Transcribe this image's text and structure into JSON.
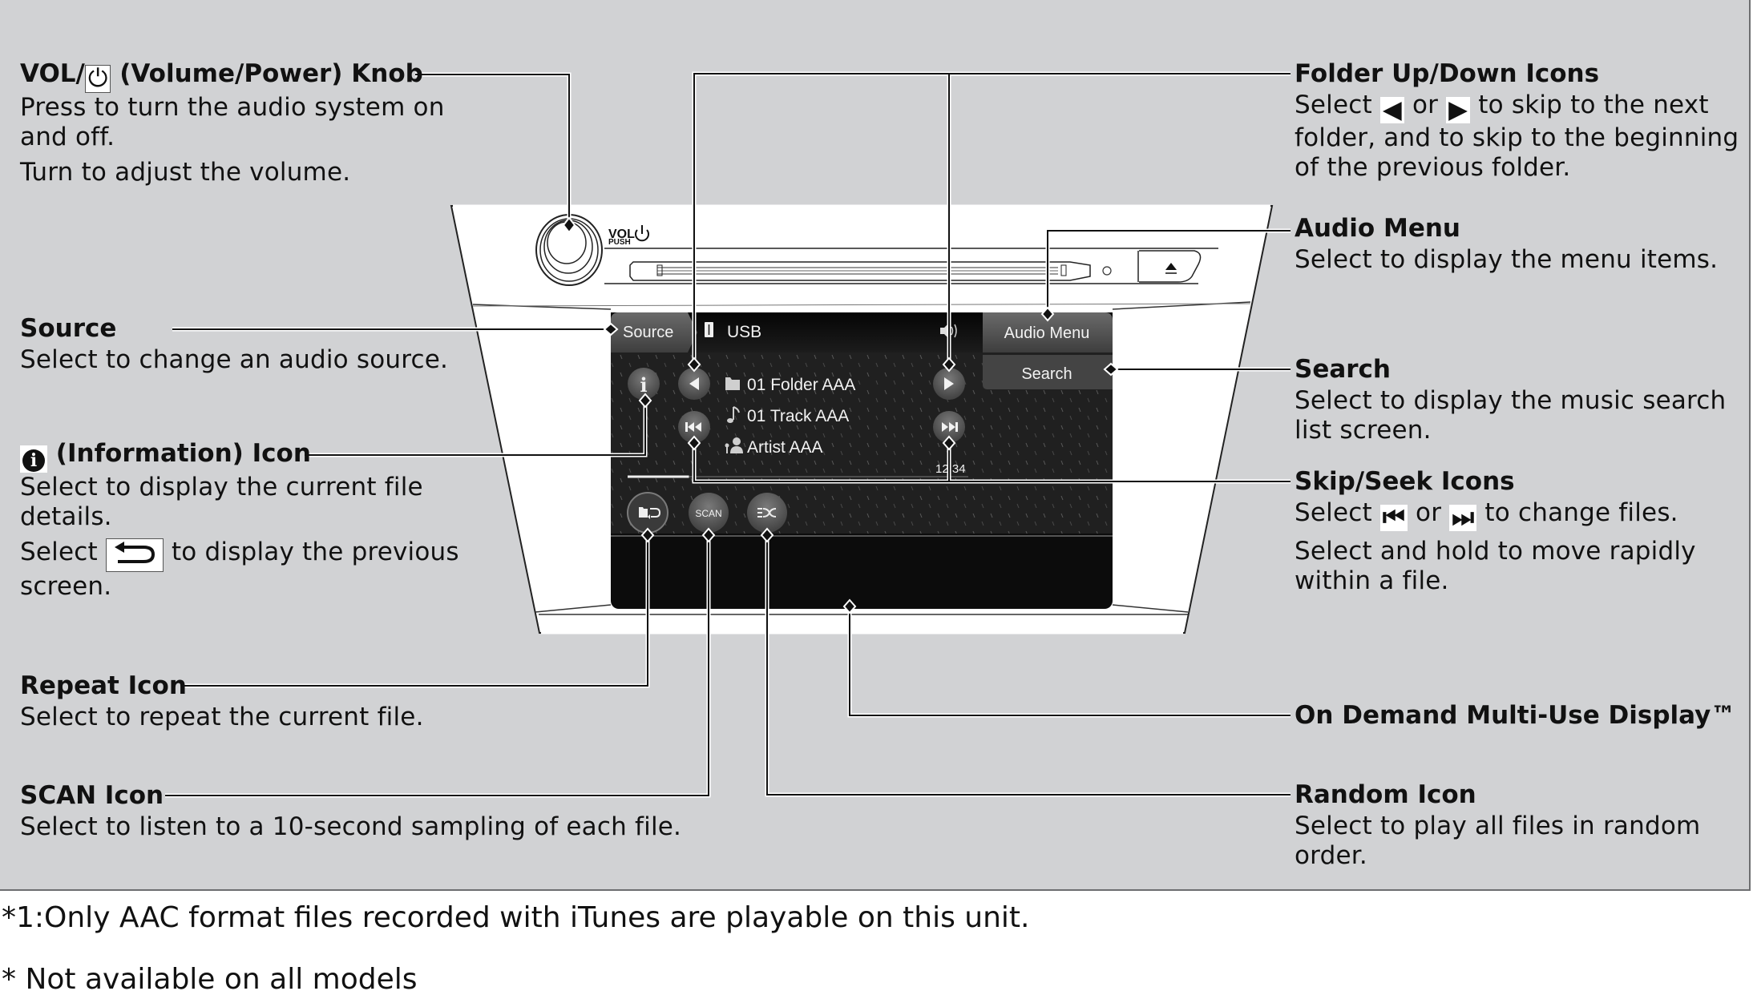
{
  "callouts": {
    "vol_knob": {
      "title_prefix": "VOL/",
      "title_icon": "power-icon",
      "title_suffix": " (Volume/Power) Knob",
      "lines": [
        "Press to turn the audio system on and off.",
        "Turn to adjust the volume."
      ]
    },
    "source": {
      "title": "Source",
      "lines": [
        "Select to change an audio source."
      ]
    },
    "information": {
      "title_icon": "info-icon",
      "title": " (Information) Icon",
      "line1": "Select to display the current file details.",
      "line2_prefix": "Select ",
      "line2_icon": "back-arrow-icon",
      "line2_suffix": " to display the previous screen."
    },
    "repeat": {
      "title": "Repeat Icon",
      "lines": [
        "Select to repeat the current file."
      ]
    },
    "scan": {
      "title": "SCAN Icon",
      "lines": [
        "Select to listen to a 10-second sampling of each file."
      ]
    },
    "folder_updown": {
      "title": "Folder Up/Down Icons",
      "prefix": "Select ",
      "icon_left": "◀",
      "mid": " or ",
      "icon_right": "▶",
      "suffix": " to skip to the next folder, and to skip to the beginning of the previous folder."
    },
    "audio_menu": {
      "title": "Audio Menu",
      "lines": [
        "Select to display the menu items."
      ]
    },
    "search": {
      "title": "Search",
      "lines": [
        "Select to display the music search list screen."
      ]
    },
    "skip_seek": {
      "title": "Skip/Seek Icons",
      "prefix": "Select ",
      "icon_left": "⏮",
      "mid": " or ",
      "icon_right": "⏭",
      "suffix": " to change files.",
      "line2": "Select and hold to move rapidly within a file."
    },
    "display": {
      "title": "On Demand Multi-Use Display™"
    },
    "random": {
      "title": "Random Icon",
      "lines": [
        "Select to play all files in random order."
      ]
    }
  },
  "device": {
    "knob_label_top": "VOL",
    "knob_label_bottom": "PUSH",
    "eject_icon": "eject-icon",
    "screen": {
      "source_button": "Source",
      "source_name": "USB",
      "audio_menu_button": "Audio Menu",
      "search_button": "Search",
      "folder": "01 Folder AAA",
      "track": "01 Track AAA",
      "artist": "Artist AAA",
      "time": "12:34",
      "scan_button": "SCAN",
      "progress_fraction": 0.18
    }
  },
  "footnotes": [
    "*1:Only AAC format files recorded with iTunes are playable on this unit.",
    "* Not available on all models"
  ]
}
